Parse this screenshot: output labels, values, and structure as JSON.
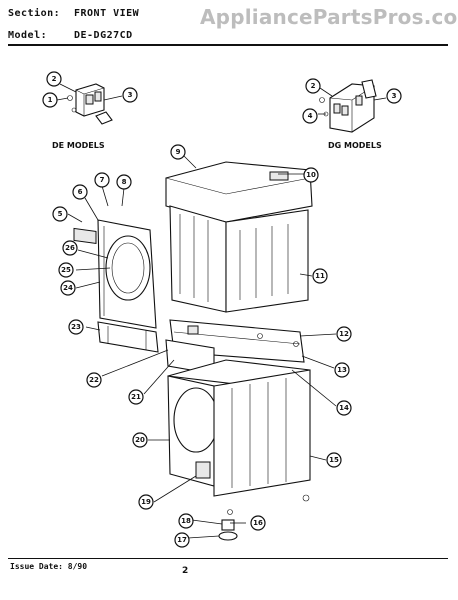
{
  "watermark": "AppliancePartsPros.com",
  "header": {
    "section_key": "Section:",
    "section_value": "FRONT VIEW",
    "model_key": "Model:",
    "model_value": "DE-DG27CD"
  },
  "groups": {
    "de_label": "DE MODELS",
    "dg_label": "DG MODELS"
  },
  "callouts": [
    {
      "id": "c1",
      "text": "1"
    },
    {
      "id": "c2",
      "text": "2"
    },
    {
      "id": "c3",
      "text": "3"
    },
    {
      "id": "c2b",
      "text": "2"
    },
    {
      "id": "c3b",
      "text": "3"
    },
    {
      "id": "c4",
      "text": "4"
    },
    {
      "id": "c5",
      "text": "5"
    },
    {
      "id": "c6",
      "text": "6"
    },
    {
      "id": "c7",
      "text": "7"
    },
    {
      "id": "c8",
      "text": "8"
    },
    {
      "id": "c9",
      "text": "9"
    },
    {
      "id": "c10",
      "text": "10"
    },
    {
      "id": "c11",
      "text": "11"
    },
    {
      "id": "c12",
      "text": "12"
    },
    {
      "id": "c13",
      "text": "13"
    },
    {
      "id": "c14",
      "text": "14"
    },
    {
      "id": "c15",
      "text": "15"
    },
    {
      "id": "c16",
      "text": "16"
    },
    {
      "id": "c17",
      "text": "17"
    },
    {
      "id": "c18",
      "text": "18"
    },
    {
      "id": "c19",
      "text": "19"
    },
    {
      "id": "c20",
      "text": "20"
    },
    {
      "id": "c21",
      "text": "21"
    },
    {
      "id": "c22",
      "text": "22"
    },
    {
      "id": "c23",
      "text": "23"
    },
    {
      "id": "c24",
      "text": "24"
    },
    {
      "id": "c25",
      "text": "25"
    },
    {
      "id": "c26",
      "text": "26"
    }
  ],
  "footer": {
    "issue": "Issue Date: 8/90",
    "page": "2"
  }
}
